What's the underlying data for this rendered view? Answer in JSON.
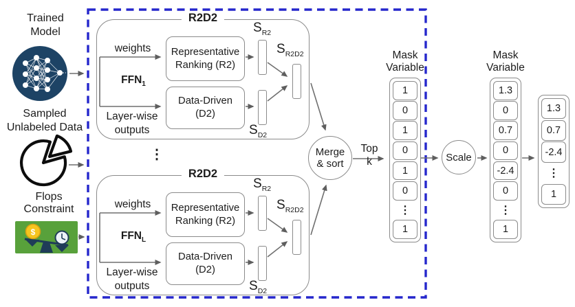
{
  "diagram": {
    "inputs": {
      "trained_model": {
        "label_line1": "Trained",
        "label_line2": "Model"
      },
      "sampled_data": {
        "label_line1": "Sampled",
        "label_line2": "Unlabeled Data"
      },
      "flops": {
        "label_line1": "Flops",
        "label_line2": "Constraint",
        "coin_symbol": "$"
      }
    },
    "r2d2_top": {
      "title": "R2D2",
      "weights": "weights",
      "ffn_base": "FFN",
      "ffn_sub": "1",
      "layerwise_line1": "Layer-wise",
      "layerwise_line2": "outputs",
      "rr_line1": "Representative",
      "rr_line2": "Ranking (R2)",
      "dd_line1": "Data-Driven",
      "dd_line2": "(D2)",
      "s_r2_base": "S",
      "s_r2_sub": "R2",
      "s_d2_base": "S",
      "s_d2_sub": "D2",
      "s_r2d2_base": "S",
      "s_r2d2_sub": "R2D2"
    },
    "r2d2_bottom": {
      "title": "R2D2",
      "weights": "weights",
      "ffn_base": "FFN",
      "ffn_sub": "L",
      "layerwise_line1": "Layer-wise",
      "layerwise_line2": "outputs",
      "rr_line1": "Representative",
      "rr_line2": "Ranking (R2)",
      "dd_line1": "Data-Driven",
      "dd_line2": "(D2)",
      "s_r2_base": "S",
      "s_r2_sub": "R2",
      "s_d2_base": "S",
      "s_d2_sub": "D2",
      "s_r2d2_base": "S",
      "s_r2d2_sub": "R2D2"
    },
    "ellipsis": "⋮",
    "merge": {
      "line1": "Merge",
      "line2": "& sort"
    },
    "topk": {
      "line1": "Top",
      "line2": "k"
    },
    "scale": {
      "label": "Scale"
    },
    "mask1": {
      "header_line1": "Mask",
      "header_line2": "Variable",
      "cells": [
        "1",
        "0",
        "1",
        "0",
        "1",
        "0",
        "⋮",
        "1"
      ]
    },
    "mask2": {
      "header_line1": "Mask",
      "header_line2": "Variable",
      "cells": [
        "1.3",
        "0",
        "0.7",
        "0",
        "-2.4",
        "0",
        "⋮",
        "1"
      ]
    },
    "output": {
      "cells": [
        "1.3",
        "0.7",
        "-2.4",
        "⋮",
        "1"
      ]
    }
  },
  "colors": {
    "dashed_border": "#2527cc",
    "box_stroke": "#8a8a8a",
    "arrow": "#6f6f6f",
    "navy_icon": "#1d4365",
    "flops_green": "#58a13b",
    "coin_yellow": "#f6c51f",
    "text": "#1c1c1c"
  }
}
